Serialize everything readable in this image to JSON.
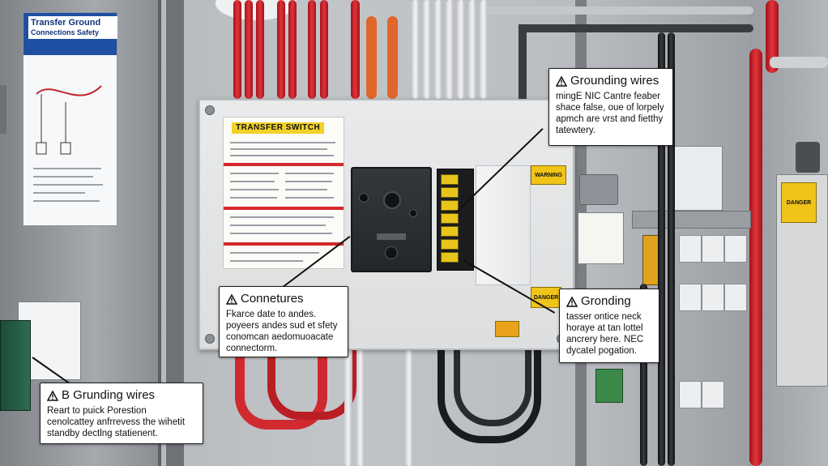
{
  "image": {
    "description_free": true
  },
  "panel_label": "TRANSFER SWITCH",
  "warning_tags": [
    "WARNING",
    "DANGER",
    "DANGER"
  ],
  "callouts": {
    "grounding_wires_top": {
      "title": "Grounding wires",
      "body": "mingE NIC Cantre feaber shace false, oue of lorpely apmch are vrst and fietthy tatewtery."
    },
    "connections": {
      "title": "Connetures",
      "body": "Fkarce date to andes. poyeers andes sud et sfety conomcan aedomuoacate connectorm."
    },
    "grounding_right": {
      "title": "Gronding",
      "body": "tasser ontice neck horaye at tan lottel ancrery here. NEC dycatel pogation."
    },
    "grounding_wires_bottom": {
      "title": "B Grunding wires",
      "body": "Reart to puick Porestion cenolcattey anfrrevess the wihetit standby dectlng statienent."
    }
  },
  "poster": {
    "title": "Transfer Ground",
    "subtitle": "Connections Safety"
  },
  "colors": {
    "wire_red": "#d8262e",
    "warning_yellow": "#f0c419",
    "poster_blue": "#1f4fa3",
    "callout_border": "#1a1a1a"
  },
  "icons": [
    "warning-triangle-icon"
  ]
}
